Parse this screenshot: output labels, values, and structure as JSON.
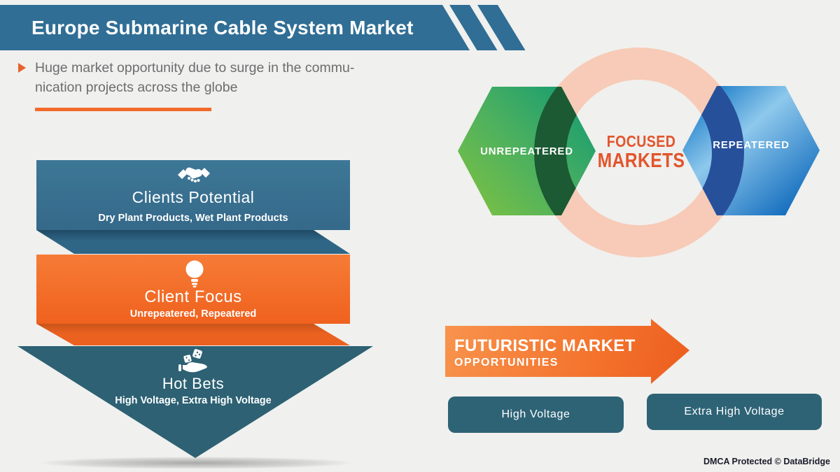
{
  "header": {
    "title": "Europe Submarine Cable System Market"
  },
  "intro": {
    "line1": "Huge market opportunity due to surge in the commu-",
    "line2": "nication projects across the globe"
  },
  "funnel": {
    "levels": [
      {
        "title": "Clients Potential",
        "subtitle": "Dry Plant Products, Wet Plant Products",
        "icon": "handshake-icon",
        "color": "#3a7190"
      },
      {
        "title": "Client Focus",
        "subtitle": "Unrepeatered, Repeatered",
        "icon": "lightbulb-icon",
        "color": "#f4702c"
      },
      {
        "title": "Hot Bets",
        "subtitle": "High Voltage, Extra High Voltage",
        "icon": "hand-dice-icon",
        "color": "#2d6173"
      }
    ]
  },
  "focused_markets": {
    "title_line1": "FOCUSED",
    "title_line2": "MARKETS",
    "left_hexagon": "UNREPEATERED",
    "right_hexagon": "REPEATERED"
  },
  "futuristic": {
    "title_line1": "FUTURISTIC MARKET",
    "title_line2": "OPPORTUNITIES",
    "buttons": [
      {
        "label": "High Voltage"
      },
      {
        "label": "Extra High Voltage"
      }
    ]
  },
  "footer": {
    "text": "DMCA Protected © DataBridge"
  },
  "colors": {
    "header_bar": "#306e95",
    "accent_orange": "#f26b2b",
    "funnel_teal": "#3a7190",
    "funnel_orange": "#f4702c",
    "funnel_dark_teal": "#2d6173",
    "ring_salmon": "#f7cbb7",
    "hex_green_light": "#7fc241",
    "hex_green_dark": "#129a73",
    "hex_green_crescent": "#1b5a33",
    "hex_blue_light": "#8ec8ec",
    "hex_blue_dark": "#0a66ba",
    "hex_blue_crescent": "#27509b",
    "focused_text": "#e2552c",
    "button_teal": "#2e6376"
  }
}
